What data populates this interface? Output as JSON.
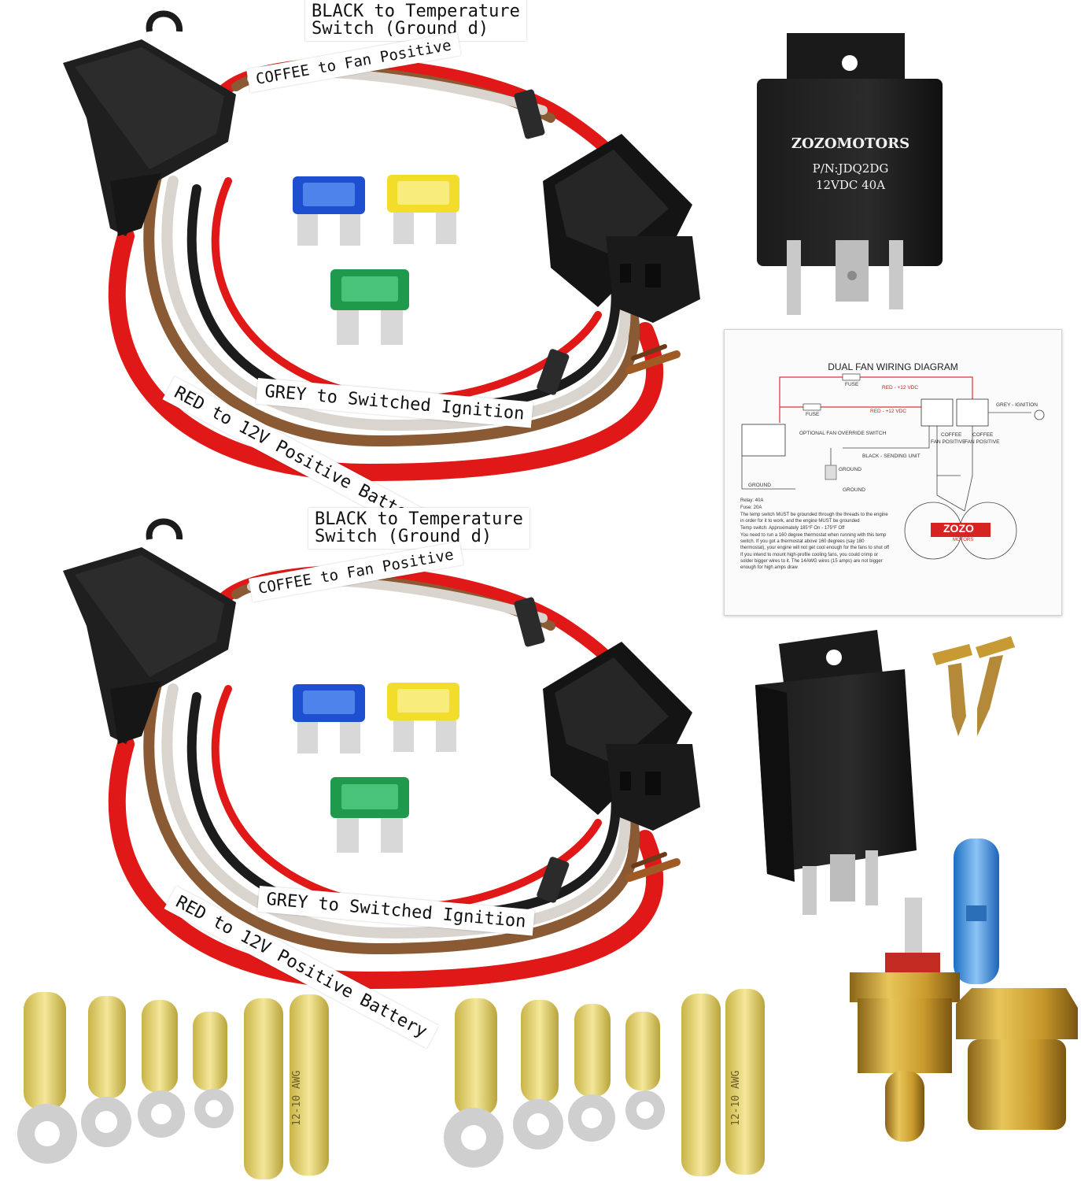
{
  "labels": {
    "black_line1": "BLACK to Temperature",
    "black_line2": "Switch (Ground d)",
    "coffee": "COFFEE to Fan Positive",
    "grey": "GREY to Switched Ignition",
    "red": "RED to 12V Positive Battery"
  },
  "relay": {
    "brand": "ZOZOMOTORS",
    "part": "P/N:JDQ2DG",
    "rating": "12VDC 40A"
  },
  "diagram": {
    "title": "DUAL FAN WIRING DIAGRAM",
    "fuse": "FUSE",
    "red_feed": "RED - +12 VDC",
    "grey_ign": "GREY - IGNITION",
    "override": "OPTIONAL FAN OVERRIDE SWITCH",
    "coffee": "COFFEE",
    "fan_positive": "FAN POSITIVE",
    "black_sending": "BLACK - SENDING UNIT",
    "ground": "GROUND",
    "note_relay": "Relay: 40A",
    "note_fuse": "Fuse: 20A",
    "note_ground": "The temp switch MUST be grounded through the threads to the engine in order for it to work, and the engine MUST be grounded",
    "note_temp": "Temp switch: Approximately 185°F On - 175°F Off",
    "note_thermostat": "You need to run a 160 degree thermostat when running with this temp switch. If you got a thermostat above 160 degrees (say 180 thermostat), your engine will not get cool enough for the fans to shut off",
    "note_fans": "If you intend to mount high-profile cooling fans, you could crimp or solder bigger wires to it. The 14AWG wires (15 amps) are not bigger enough for high amps draw",
    "logo": "ZOZO",
    "logo_sub": "MOTORS"
  },
  "connectors": {
    "awg": "12-10 AWG"
  },
  "colors": {
    "red_wire": "#e01818",
    "brown_wire": "#8a5a34",
    "grey_wire": "#d9d4ce",
    "black_wire": "#1c1c1c",
    "fuse_blue": "#1e4fd0",
    "fuse_yellow": "#f2dd2a",
    "fuse_green": "#1f9a4c",
    "brass": "#c99a2c",
    "heatshrink_yellow": "#e8d56a",
    "heatshrink_blue": "#3b8fe0"
  }
}
